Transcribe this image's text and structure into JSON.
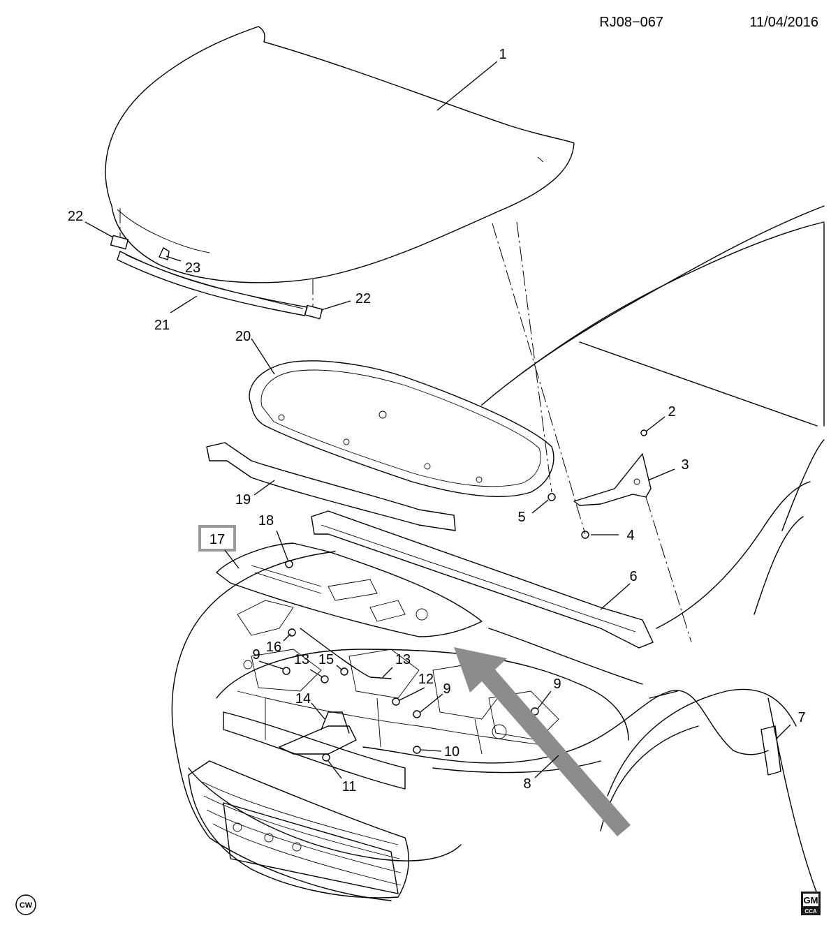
{
  "header": {
    "diagram_code": "RJ08−067",
    "date": "11/04/2016"
  },
  "callouts": [
    {
      "id": "c1",
      "text": "1"
    },
    {
      "id": "c2",
      "text": "2"
    },
    {
      "id": "c3",
      "text": "3"
    },
    {
      "id": "c4",
      "text": "4"
    },
    {
      "id": "c5",
      "text": "5"
    },
    {
      "id": "c6",
      "text": "6"
    },
    {
      "id": "c7",
      "text": "7"
    },
    {
      "id": "c8",
      "text": "8"
    },
    {
      "id": "c9a",
      "text": "9"
    },
    {
      "id": "c9b",
      "text": "9"
    },
    {
      "id": "c9c",
      "text": "9"
    },
    {
      "id": "c10",
      "text": "10"
    },
    {
      "id": "c11",
      "text": "11"
    },
    {
      "id": "c12",
      "text": "12"
    },
    {
      "id": "c13a",
      "text": "13"
    },
    {
      "id": "c13b",
      "text": "13"
    },
    {
      "id": "c14",
      "text": "14"
    },
    {
      "id": "c15",
      "text": "15"
    },
    {
      "id": "c16",
      "text": "16"
    },
    {
      "id": "c17",
      "text": "17"
    },
    {
      "id": "c18",
      "text": "18"
    },
    {
      "id": "c19",
      "text": "19"
    },
    {
      "id": "c20",
      "text": "20"
    },
    {
      "id": "c21",
      "text": "21"
    },
    {
      "id": "c22a",
      "text": "22"
    },
    {
      "id": "c22b",
      "text": "22"
    },
    {
      "id": "c23",
      "text": "23"
    }
  ],
  "corner_marks": {
    "orientation": "CW",
    "brand": "GM",
    "brand_sub": "CCA"
  },
  "colors": {
    "line": "#000000",
    "highlight_box": "#9a9a9a",
    "view_arrow": "#8c8c8c"
  }
}
